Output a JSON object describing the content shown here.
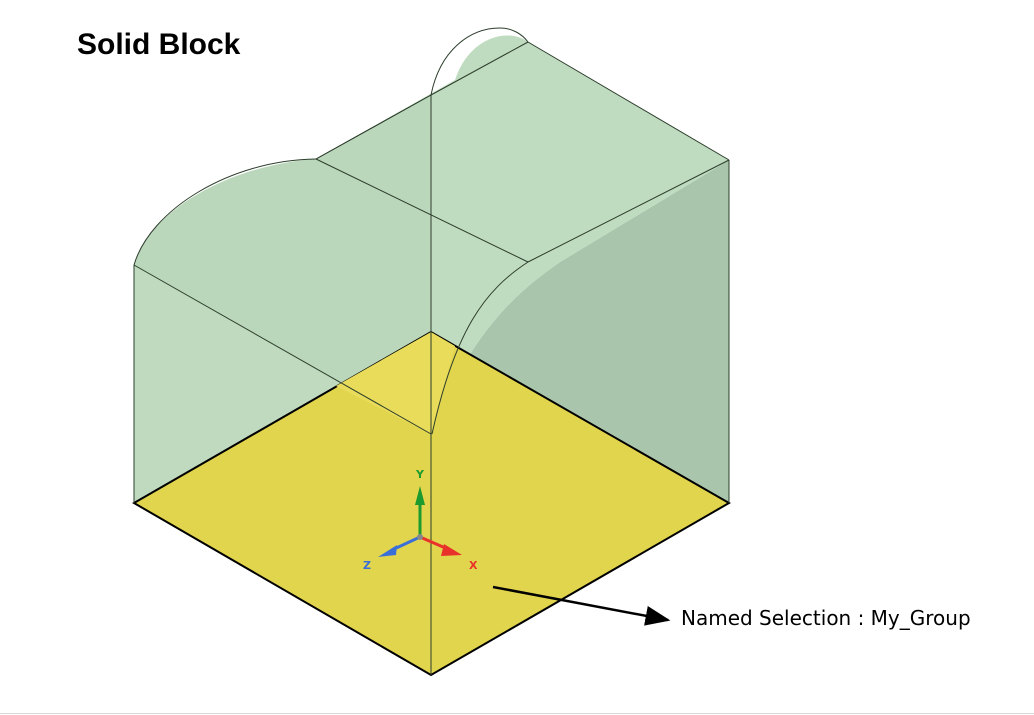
{
  "title": "Solid Block",
  "annotation": "Named Selection : My_Group",
  "triad": {
    "x_label": "X",
    "y_label": "Y",
    "z_label": "Z"
  },
  "colors": {
    "solid_face": "#b9d6b9",
    "side_face": "#aac8b0",
    "selected_face": "#e3d651",
    "edge": "#2c3d2c",
    "x_axis": "#e8312a",
    "y_axis": "#1b9a2d",
    "z_axis": "#3a6fd8"
  }
}
